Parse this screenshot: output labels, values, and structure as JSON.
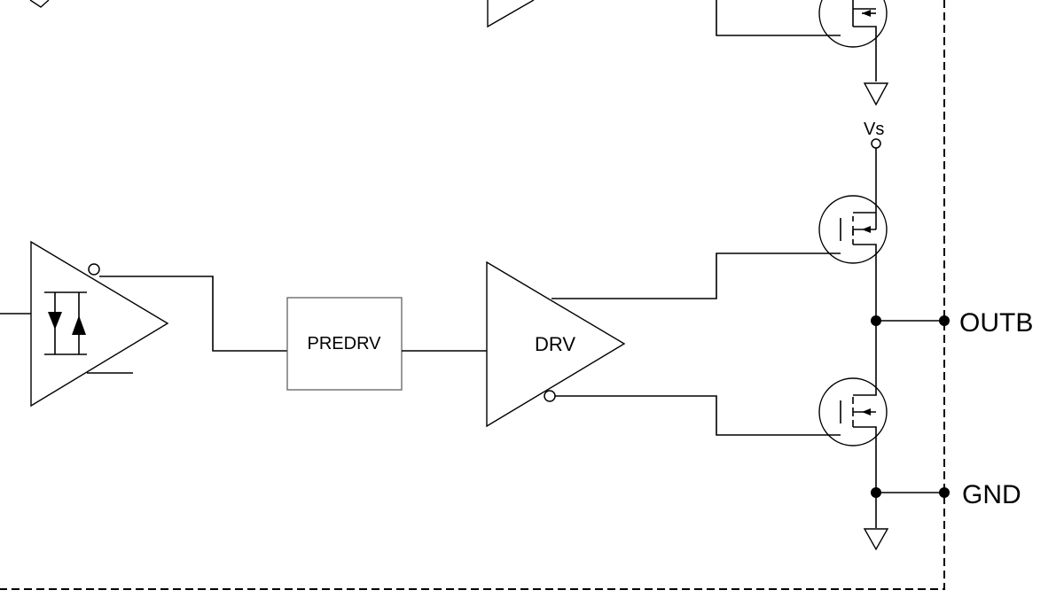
{
  "blocks": {
    "predrv": "PREDRV",
    "drv": "DRV"
  },
  "supply": {
    "vs": "Vs"
  },
  "pins": {
    "outb": "OUTB",
    "gnd": "GND"
  }
}
